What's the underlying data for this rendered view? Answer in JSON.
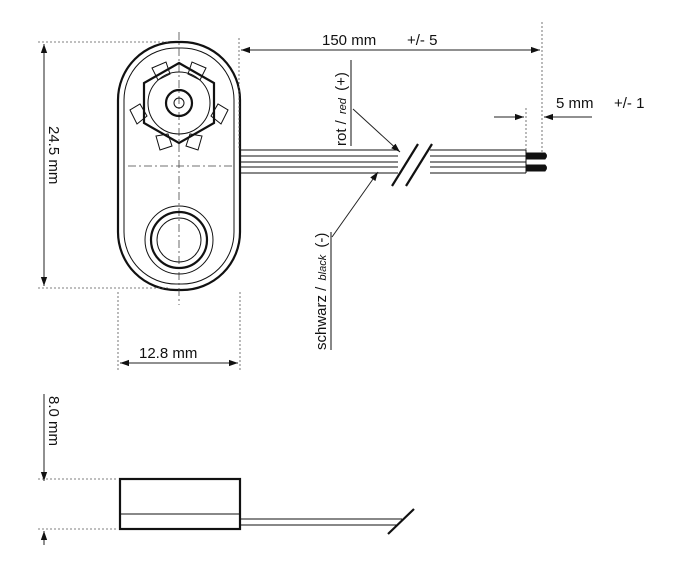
{
  "drawing": {
    "dim_cable_length": "150 mm",
    "dim_cable_length_tol": "+/- 5",
    "dim_strip_length": "5 mm",
    "dim_strip_length_tol": "+/- 1",
    "dim_height": "24.5 mm",
    "dim_width": "12.8 mm",
    "dim_thickness": "8.0 mm",
    "wire_red_de": "rot /",
    "wire_red_en": "red",
    "wire_red_polarity": "(+)",
    "wire_black_de": "schwarz /",
    "wire_black_en": "black",
    "wire_black_polarity": "(-)"
  }
}
